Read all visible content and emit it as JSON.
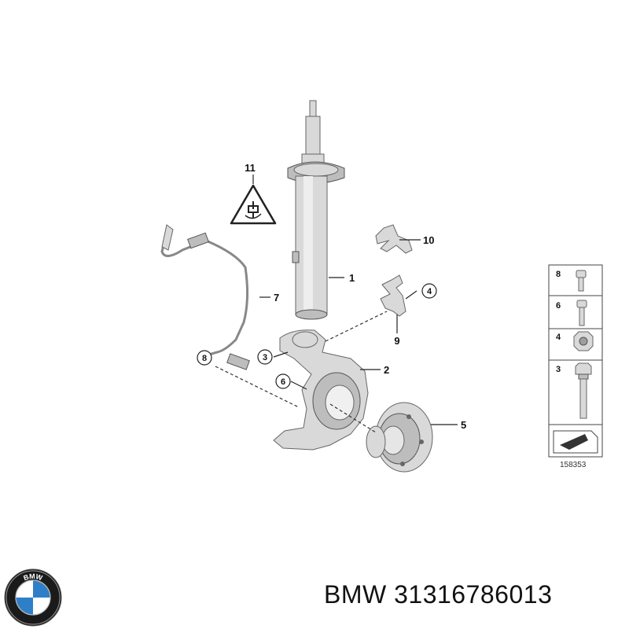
{
  "diagram": {
    "labels": {
      "p1": "1",
      "p2": "2",
      "p3": "3",
      "p4": "4",
      "p5": "5",
      "p6": "6",
      "p7": "7",
      "p8": "8",
      "p9": "9",
      "p10": "10",
      "p11": "11"
    },
    "legend": {
      "items": [
        "8",
        "6",
        "4",
        "3"
      ],
      "figure_number": "158353"
    }
  },
  "caption": {
    "brand": "BMW",
    "part_number": "31316786013"
  },
  "logo": {
    "brand_letters": "BMW",
    "colors": {
      "ring": "#1a1a1a",
      "blue": "#2f7fc8",
      "white": "#ffffff"
    }
  }
}
